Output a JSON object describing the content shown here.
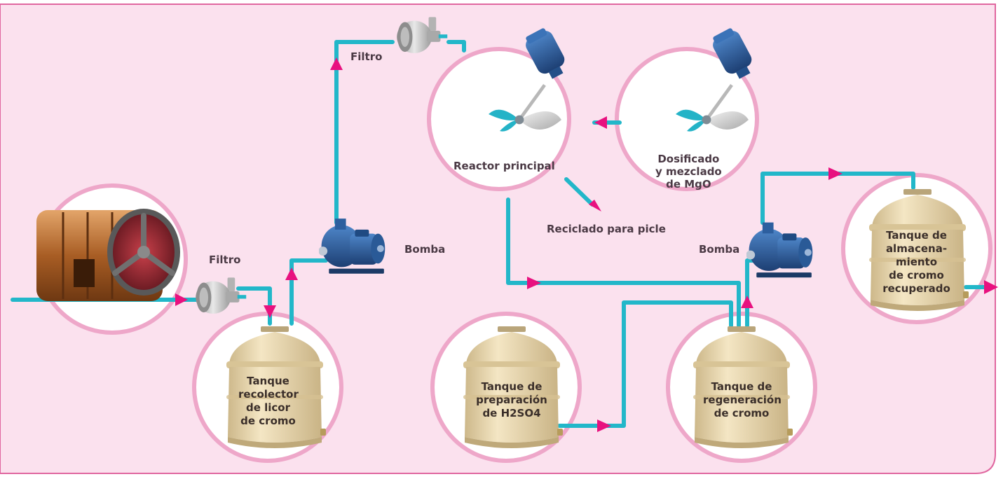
{
  "colors": {
    "background": "#fbe1ee",
    "frame": "#e0669f",
    "circle_ring": "#eea7c9",
    "pipe": "#22b7c9",
    "arrow": "#e8117f",
    "tank": "#ead7ad",
    "pump": "#2b5d9b",
    "filter": "#c9c9c9",
    "drum": "#b06a2e"
  },
  "labels": {
    "filtro_1": "Filtro",
    "filtro_2": "Filtro",
    "bomba_1": "Bomba",
    "bomba_2": "Bomba",
    "reactor": "Reactor principal",
    "dosificado": [
      "Dosificado",
      "y mezclado",
      "de MgO"
    ],
    "reciclado": "Reciclado para picle",
    "tanque_recolector": [
      "Tanque",
      "recolector",
      "de licor",
      "de cromo"
    ],
    "tanque_h2so4": [
      "Tanque de",
      "preparación",
      "de H2SO4"
    ],
    "tanque_regeneracion": [
      "Tanque de",
      "regeneración",
      "de cromo"
    ],
    "tanque_almacenamiento": [
      "Tanque de",
      "almacena-",
      "miento",
      "de cromo",
      "recuperado"
    ]
  },
  "icons": {
    "drum": "tanning-drum-icon",
    "filter": "filter-icon",
    "pump": "pump-icon",
    "mixer": "mixer-icon",
    "tank": "tank-icon"
  }
}
